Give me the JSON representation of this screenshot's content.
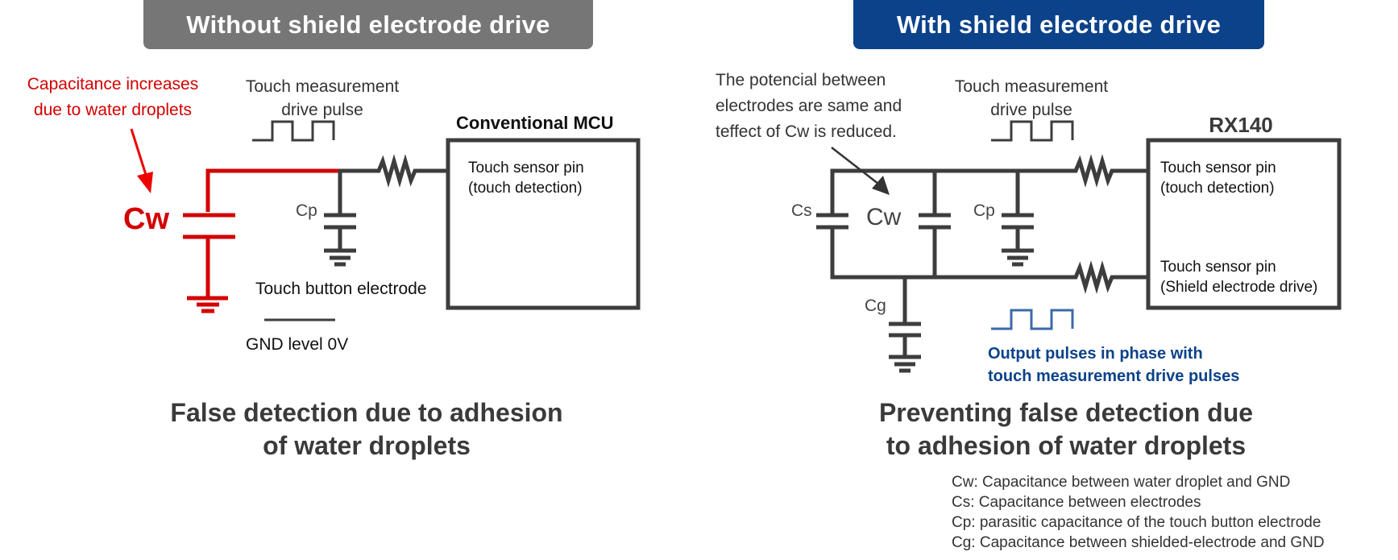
{
  "left_panel": {
    "title": "Without shield electrode drive",
    "annotation_line1": "Capacitance increases",
    "annotation_line2": "due to water droplets",
    "pulse_label_line1": "Touch measurement",
    "pulse_label_line2": "drive pulse",
    "mcu_title": "Conventional MCU",
    "pin_label_line1": "Touch sensor pin",
    "pin_label_line2": "(touch detection)",
    "cw_label": "Cw",
    "cp_label": "Cp",
    "electrode_label": "Touch button electrode",
    "gnd_label": "GND level  0V",
    "caption_line1": "False detection due to adhesion",
    "caption_line2": "of water droplets"
  },
  "right_panel": {
    "title": "With shield electrode drive",
    "annotation_line1": "The potencial between",
    "annotation_line2": "electrodes are same and",
    "annotation_line3": "teffect of Cw is reduced.",
    "pulse_label_line1": "Touch measurement",
    "pulse_label_line2": "drive pulse",
    "mcu_title": "RX140",
    "pin1_label_line1": "Touch sensor pin",
    "pin1_label_line2": "(touch detection)",
    "pin2_label_line1": "Touch sensor pin",
    "pin2_label_line2": "(Shield electrode drive)",
    "cs_label": "Cs",
    "cw_label": "Cw",
    "cp_label": "Cp",
    "cg_label": "Cg",
    "output_note_line1": "Output pulses in phase with",
    "output_note_line2": "touch measurement drive pulses",
    "caption_line1": "Preventing false detection due",
    "caption_line2": "to adhesion of water droplets"
  },
  "legend": [
    "Cw: Capacitance between water droplet and GND",
    "Cs: Capacitance between electrodes",
    "Cp: parasitic capacitance of the touch button electrode",
    "Cg: Capacitance between shielded-electrode and GND"
  ],
  "colors": {
    "wire": "#3d3d3d",
    "highlight_red": "#d40000",
    "shield_blue": "#0b428a",
    "pulse_blue": "#3c6aaa",
    "left_title_bg": "#767676"
  }
}
